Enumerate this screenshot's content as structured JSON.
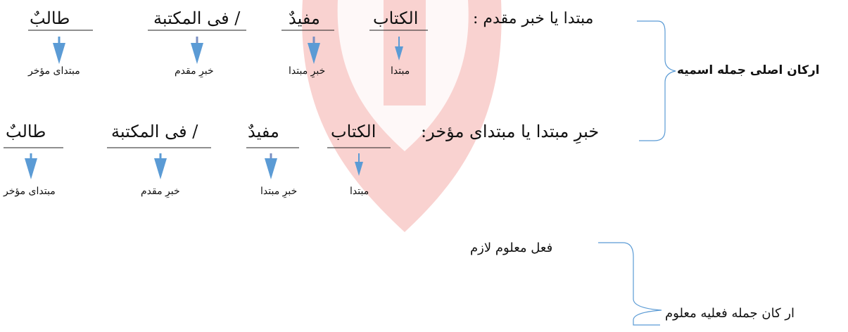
{
  "watermark_color": "#e8392e",
  "arrow_color": "#5b9bd5",
  "bracket_color": "#5b9bd5",
  "nominal": {
    "heading": "ارکان اصلی جمله اسمیه",
    "row1": {
      "label": "مبتدا یا خبر مقدم :",
      "words": [
        "الکتاب",
        "مفیدٌ",
        "/ فی المکتبة",
        "طالبٌ"
      ],
      "roles": [
        "مبتدا",
        "خبرِ مبتدا",
        "خبرِ مقدم",
        "مبتدای مؤخر"
      ]
    },
    "row2": {
      "label": "خبرِ مبتدا یا مبتدای مؤخر:",
      "words": [
        "الکتاب",
        "مفیدٌ",
        "/ فی المکتبة",
        "طالبٌ"
      ],
      "roles": [
        "مبتدا",
        "خبرِ مبتدا",
        "خبرِ مقدم",
        "مبتدای مؤخر"
      ]
    }
  },
  "verbal": {
    "heading": "ار کان جمله فعلیه معلوم",
    "item": "فعل معلوم لازم"
  }
}
